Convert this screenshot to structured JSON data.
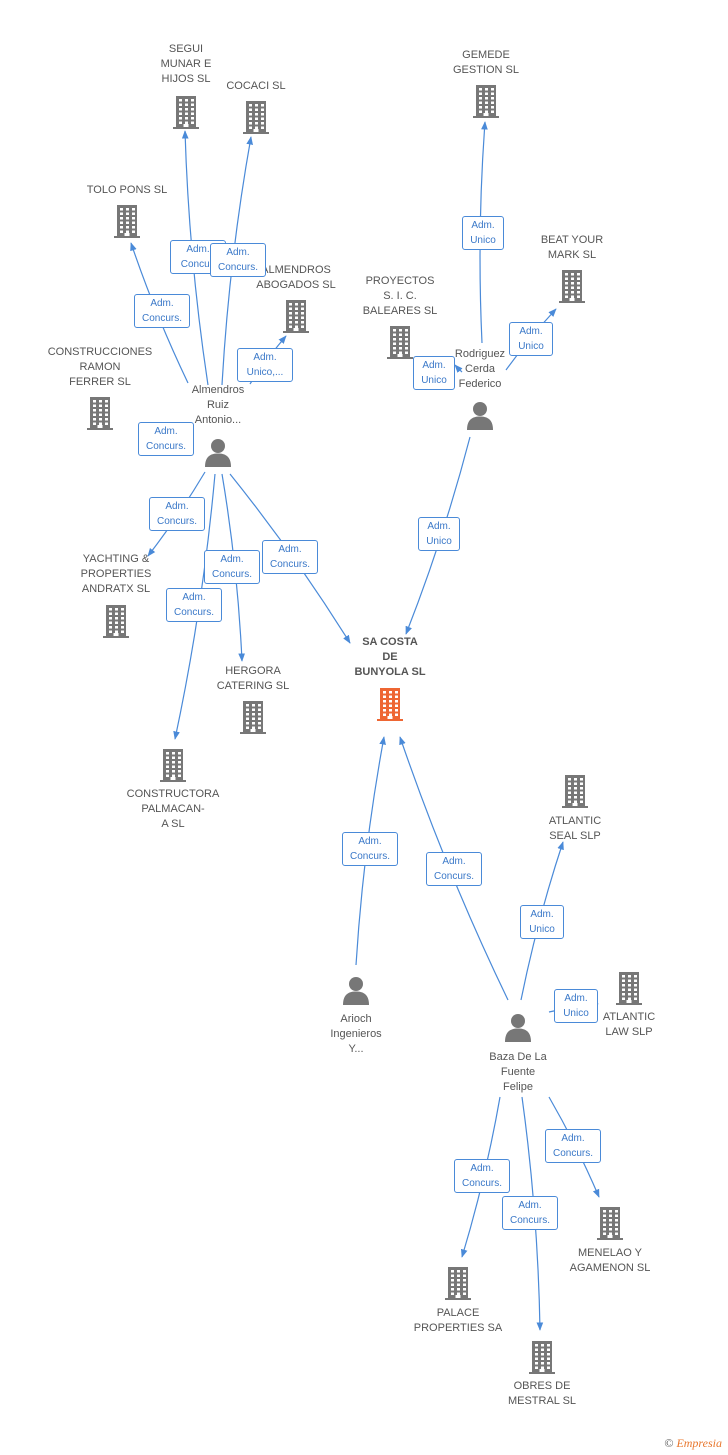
{
  "colors": {
    "edge": "#4a8ad8",
    "company": "#777777",
    "focus": "#ee6633",
    "person": "#777777"
  },
  "nodes": [
    {
      "id": "segui",
      "type": "company",
      "label": "SEGUI\nMUNAR E\nHIJOS SL"
    },
    {
      "id": "cocaci",
      "type": "company",
      "label": "COCACI SL"
    },
    {
      "id": "gemede",
      "type": "company",
      "label": "GEMEDE\nGESTION SL"
    },
    {
      "id": "tolo",
      "type": "company",
      "label": "TOLO PONS SL"
    },
    {
      "id": "beat",
      "type": "company",
      "label": "BEAT YOUR\nMARK SL"
    },
    {
      "id": "almendros_ab",
      "type": "company",
      "label": "ALMENDROS\nABOGADOS SL"
    },
    {
      "id": "proyectos",
      "type": "company",
      "label": "PROYECTOS\nS. I. C.\nBALEARES SL"
    },
    {
      "id": "construcciones",
      "type": "company",
      "label": "CONSTRUCCIONES\nRAMON\nFERRER SL"
    },
    {
      "id": "almendros_p",
      "type": "person",
      "label": "Almendros\nRuiz\nAntonio..."
    },
    {
      "id": "rodriguez",
      "type": "person",
      "label": "Rodriguez\nCerda\nFederico"
    },
    {
      "id": "yachting",
      "type": "company",
      "label": "YACHTING &\nPROPERTIES\nANDRATX SL"
    },
    {
      "id": "sacosta",
      "type": "focus",
      "label": "SA COSTA\nDE\nBUNYOLA SL"
    },
    {
      "id": "hergora",
      "type": "company",
      "label": "HERGORA\nCATERING SL"
    },
    {
      "id": "palmacana",
      "type": "company",
      "label": "CONSTRUCTORA\nPALMACAN-\nA SL"
    },
    {
      "id": "atlantic_seal",
      "type": "company",
      "label": "ATLANTIC\nSEAL SLP"
    },
    {
      "id": "atlantic_law",
      "type": "company",
      "label": "ATLANTIC\nLAW SLP"
    },
    {
      "id": "arioch",
      "type": "person",
      "label": "Arioch\nIngenieros\nY..."
    },
    {
      "id": "baza",
      "type": "person",
      "label": "Baza De La\nFuente\nFelipe"
    },
    {
      "id": "menelao",
      "type": "company",
      "label": "MENELAO Y\nAGAMENON SL"
    },
    {
      "id": "palace",
      "type": "company",
      "label": "PALACE\nPROPERTIES SA"
    },
    {
      "id": "obres",
      "type": "company",
      "label": "OBRES DE\nMESTRAL SL"
    }
  ],
  "edges": [
    {
      "from": "almendros_p",
      "to": "segui",
      "label": "Adm.\nConcur."
    },
    {
      "from": "almendros_p",
      "to": "cocaci",
      "label": "Adm.\nConcurs."
    },
    {
      "from": "almendros_p",
      "to": "tolo",
      "label": "Adm.\nConcurs."
    },
    {
      "from": "almendros_p",
      "to": "almendros_ab",
      "label": "Adm.\nUnico,..."
    },
    {
      "from": "almendros_p",
      "to": "construcciones",
      "label": "Adm.\nConcurs."
    },
    {
      "from": "almendros_p",
      "to": "yachting",
      "label": "Adm.\nConcurs."
    },
    {
      "from": "almendros_p",
      "to": "hergora",
      "label": "Adm.\nConcurs."
    },
    {
      "from": "almendros_p",
      "to": "palmacana",
      "label": "Adm.\nConcurs."
    },
    {
      "from": "almendros_p",
      "to": "sacosta",
      "label": "Adm.\nConcurs."
    },
    {
      "from": "rodriguez",
      "to": "gemede",
      "label": "Adm.\nUnico"
    },
    {
      "from": "rodriguez",
      "to": "beat",
      "label": "Adm.\nUnico"
    },
    {
      "from": "rodriguez",
      "to": "proyectos",
      "label": "Adm.\nUnico"
    },
    {
      "from": "rodriguez",
      "to": "sacosta",
      "label": "Adm.\nUnico"
    },
    {
      "from": "arioch",
      "to": "sacosta",
      "label": "Adm.\nConcurs."
    },
    {
      "from": "baza",
      "to": "sacosta",
      "label": "Adm.\nConcurs."
    },
    {
      "from": "baza",
      "to": "atlantic_seal",
      "label": "Adm.\nUnico"
    },
    {
      "from": "baza",
      "to": "atlantic_law",
      "label": "Adm.\nUnico"
    },
    {
      "from": "baza",
      "to": "menelao",
      "label": "Adm.\nConcurs."
    },
    {
      "from": "baza",
      "to": "palace",
      "label": "Adm.\nConcurs."
    },
    {
      "from": "baza",
      "to": "obres",
      "label": "Adm.\nConcurs."
    }
  ],
  "footer": {
    "copyright": "©",
    "brand": "Empresia"
  }
}
